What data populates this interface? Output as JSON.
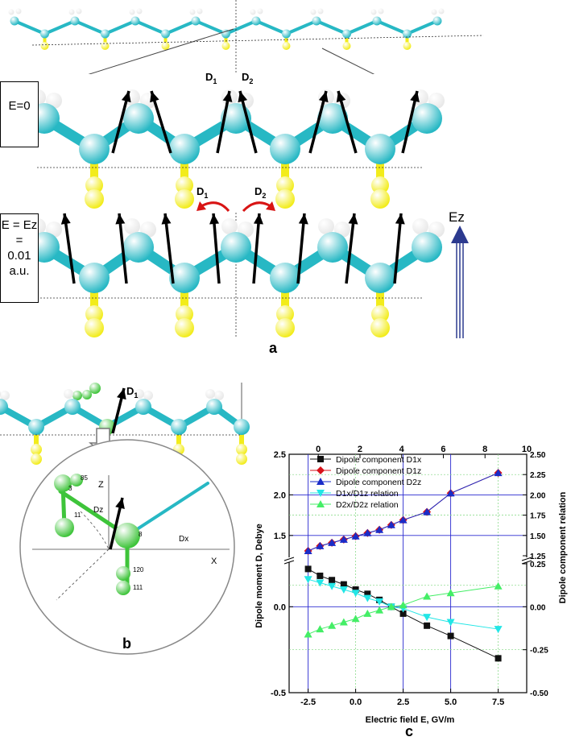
{
  "panel_a": {
    "letter": "a",
    "box1": "E=0",
    "box2_lines": [
      "E = Ez",
      "=",
      "0.01",
      "a.u."
    ],
    "labels": {
      "d1": "D",
      "d1_sub": "1",
      "d2": "D",
      "d2_sub": "2"
    },
    "ez_label": "Ez"
  },
  "panel_b": {
    "letter": "b",
    "d1": "D",
    "d1_sub": "1",
    "axis_z": "Z",
    "axis_x": "X",
    "dz": "Dz",
    "dx": "Dx",
    "atom_labels": [
      "85",
      "3",
      "11",
      "8",
      "120",
      "111"
    ]
  },
  "panel_c": {
    "letter": "c"
  },
  "colors": {
    "carbon": "#27b8c4",
    "sulfur": "#f2ec1a",
    "hydrogen": "#e8e8e8",
    "highlight": "#3ec43a",
    "ez_arrow": "#2c3a8f",
    "d1x": "#111111",
    "d1z": "#d8121a",
    "d2z": "#1a2cc8",
    "rel1": "#22e6e6",
    "rel2": "#44ee66",
    "grid": "#2a2ad0"
  },
  "chart_data": {
    "type": "line",
    "xlabel": "Electric field  E,  GV/m",
    "ylabel": "Dipole moment D, Debye",
    "ylabel_right": "Dipole component relation",
    "xlim": [
      -3.5,
      9
    ],
    "x_ticks": [
      -2.5,
      0.0,
      2.5,
      5.0,
      7.5
    ],
    "x_ticks_top": [
      0,
      2,
      4,
      6,
      8,
      10
    ],
    "y_ticks_upper": [
      1.5,
      2.0,
      2.5
    ],
    "y_ticks_lower": [
      -0.5,
      0.0
    ],
    "y_ticks_right": [
      -0.5,
      -0.25,
      0.0,
      0.25,
      1.25,
      1.5,
      1.75,
      2.0,
      2.25,
      2.5
    ],
    "legend_position": "top-right",
    "series": [
      {
        "name": "Dipole component D1x",
        "marker": "square",
        "x": [
          -2.5,
          -1.875,
          -1.25,
          -0.625,
          0.0,
          0.625,
          1.25,
          1.875,
          2.5,
          3.75,
          5.0,
          7.5
        ],
        "y": [
          0.22,
          0.18,
          0.155,
          0.13,
          0.1,
          0.075,
          0.04,
          0.0,
          -0.04,
          -0.11,
          -0.17,
          -0.3
        ]
      },
      {
        "name": "Dipole component D1z",
        "marker": "diamond",
        "x": [
          -2.5,
          -1.875,
          -1.25,
          -0.625,
          0.0,
          0.625,
          1.25,
          1.875,
          2.5,
          3.75,
          5.0,
          7.5
        ],
        "y": [
          1.31,
          1.37,
          1.41,
          1.45,
          1.49,
          1.53,
          1.57,
          1.63,
          1.69,
          1.79,
          2.02,
          2.27
        ]
      },
      {
        "name": "Dipole component D2z",
        "marker": "triangle-up",
        "x": [
          -2.5,
          -1.875,
          -1.25,
          -0.625,
          0.0,
          0.625,
          1.25,
          1.875,
          2.5,
          3.75,
          5.0,
          7.5
        ],
        "y": [
          1.31,
          1.37,
          1.41,
          1.45,
          1.49,
          1.53,
          1.57,
          1.63,
          1.69,
          1.79,
          2.02,
          2.27
        ]
      },
      {
        "name": "D1x/D1z relation",
        "marker": "triangle-down",
        "x": [
          -2.5,
          -1.875,
          -1.25,
          -0.625,
          0.0,
          0.625,
          1.25,
          1.875,
          2.5,
          3.75,
          5.0,
          7.5
        ],
        "y": [
          0.16,
          0.14,
          0.12,
          0.1,
          0.08,
          0.05,
          0.03,
          0.0,
          -0.01,
          -0.06,
          -0.09,
          -0.13
        ]
      },
      {
        "name": "D2x/D2z relation",
        "marker": "triangle-up",
        "x": [
          -2.5,
          -1.875,
          -1.25,
          -0.625,
          0.0,
          0.625,
          1.25,
          1.875,
          2.5,
          3.75,
          5.0,
          7.5
        ],
        "y": [
          -0.16,
          -0.13,
          -0.11,
          -0.09,
          -0.07,
          -0.04,
          -0.02,
          0.0,
          0.01,
          0.06,
          0.08,
          0.12
        ]
      }
    ]
  }
}
